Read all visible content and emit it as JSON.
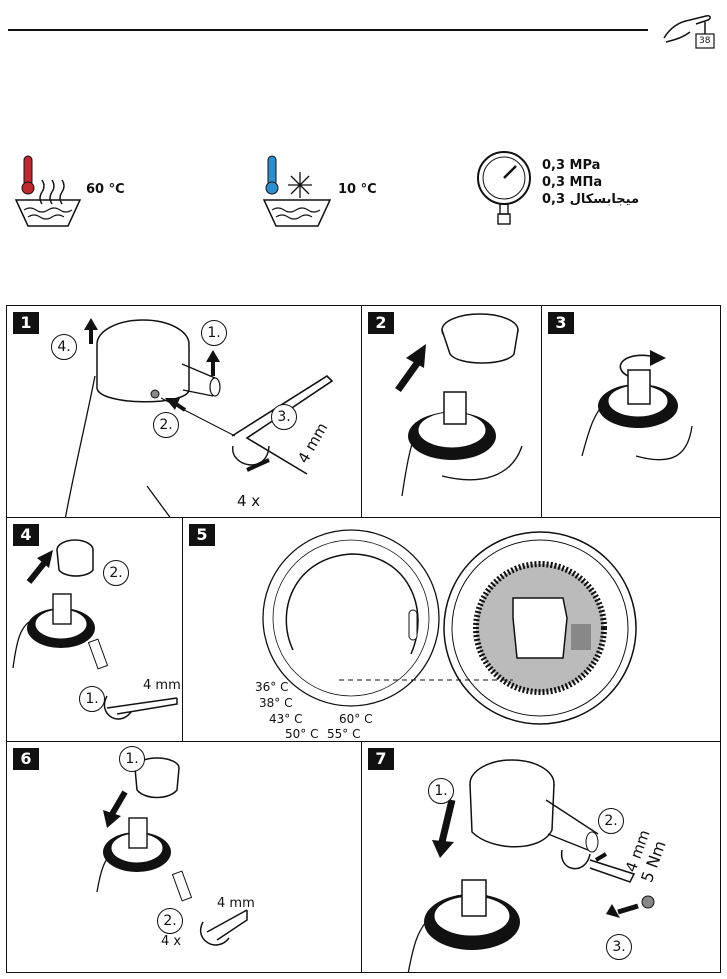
{
  "header": {
    "page_icon_number": "38"
  },
  "specs": {
    "hot_temp": "60 °C",
    "cold_temp": "10 °C",
    "pressure_line1": "0,3 MPa",
    "pressure_line2": "0,3 MПa",
    "pressure_line3": "0,3 ميجابسكال"
  },
  "panels": {
    "p1": {
      "number": "1",
      "step1": "1.",
      "step2": "2.",
      "step3": "3.",
      "step4": "4.",
      "tool": "4 mm",
      "turns": "4 x"
    },
    "p2": {
      "number": "2"
    },
    "p3": {
      "number": "3"
    },
    "p4": {
      "number": "4",
      "step1": "1.",
      "step2": "2.",
      "tool": "4 mm"
    },
    "p5": {
      "number": "5",
      "temps": [
        "36° C",
        "38° C",
        "43° C",
        "50° C",
        "55° C",
        "60° C"
      ]
    },
    "p6": {
      "number": "6",
      "step1": "1.",
      "step2": "2.",
      "tool": "4 mm",
      "turns": "4 x"
    },
    "p7": {
      "number": "7",
      "step1": "1.",
      "step2": "2.",
      "step3": "3.",
      "tool": "4 mm",
      "torque": "5 Nm"
    }
  }
}
